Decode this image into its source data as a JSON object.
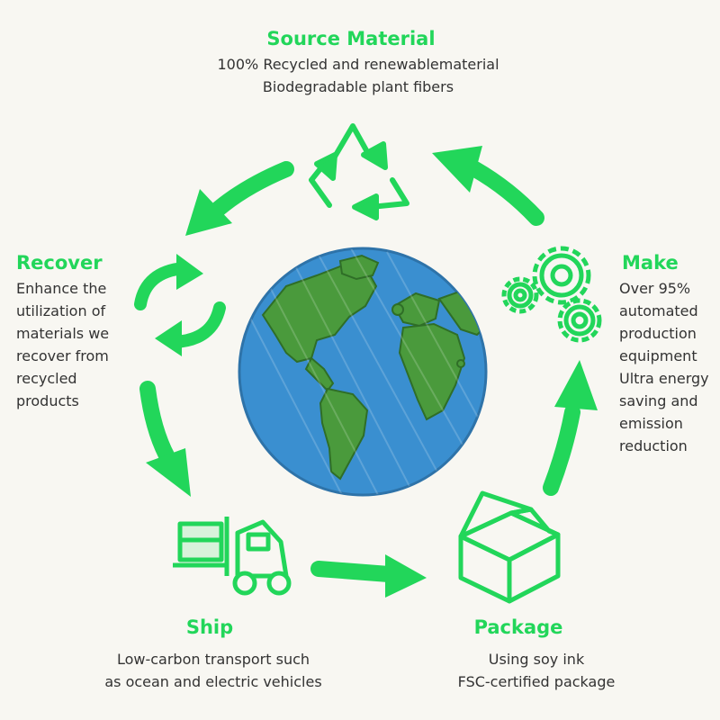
{
  "colors": {
    "accent": "#22d65a",
    "text": "#333333",
    "background": "#f8f7f2",
    "ocean": "#3a8fd0",
    "land": "#4a9a3c"
  },
  "stages": {
    "source": {
      "title": "Source Material",
      "lines": [
        "100% Recycled and renewablematerial",
        "Biodegradable plant fibers"
      ],
      "icon": "recycle-icon"
    },
    "make": {
      "title": "Make",
      "lines": [
        "Over 95%",
        "automated",
        "production",
        "equipment",
        "Ultra energy",
        "saving and",
        "emission",
        "reduction"
      ],
      "icon": "gears-icon"
    },
    "package": {
      "title": "Package",
      "lines": [
        "Using soy ink",
        "FSC-certified package"
      ],
      "icon": "box-icon"
    },
    "ship": {
      "title": "Ship",
      "lines": [
        "Low-carbon transport such",
        "as ocean and electric vehicles"
      ],
      "icon": "forklift-icon"
    },
    "recover": {
      "title": "Recover",
      "lines": [
        "Enhance the",
        "utilization of",
        "materials we",
        "recover from",
        "recycled",
        "products"
      ],
      "icon": "refresh-icon"
    }
  }
}
